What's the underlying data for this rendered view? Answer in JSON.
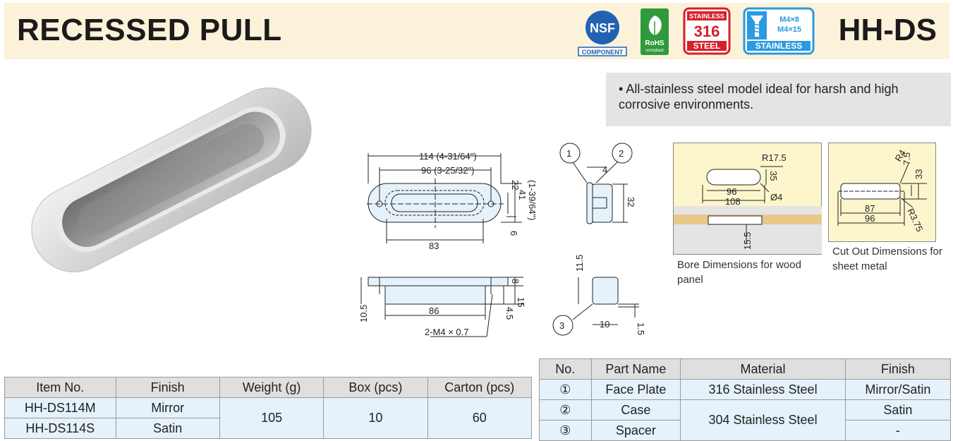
{
  "header": {
    "title": "RECESSED PULL",
    "model": "HH-DS",
    "badges": {
      "nsf": {
        "logo": "NSF",
        "label": "COMPONENT"
      },
      "rohs": {
        "line1": "RoHS",
        "line2": "compliant"
      },
      "steel316": {
        "top": "STAINLESS",
        "mid": "316",
        "bottom": "STEEL"
      },
      "stainless": {
        "screw1": "M4×8",
        "screw2": "M4×15",
        "label": "STAINLESS"
      }
    }
  },
  "feature": "• All-stainless steel model ideal for harsh and high corrosive environments.",
  "drawing": {
    "dims": {
      "overall_length": "114 (4-31/64\")",
      "hole_pitch": "96 (3-25/32\")",
      "opening": "83",
      "height22": "22",
      "height41": "41",
      "height41_in": "(1-39/64\")",
      "six": "6",
      "four": "4",
      "thirtytwo": "32",
      "ten5": "10.5",
      "eighty6": "86",
      "screw": "2-M4 × 0.7",
      "four5": "4.5",
      "eight": "8",
      "fifteen": "15",
      "eleven5": "11.5",
      "ten": "10",
      "one5": "1.5"
    },
    "callouts": [
      "1",
      "2",
      "3"
    ]
  },
  "bore": {
    "r": "R17.5",
    "h35": "35",
    "w96": "96",
    "w108": "108",
    "hole": "Ø4",
    "depth": "15.5",
    "caption": "Bore Dimensions for wood panel"
  },
  "cutout": {
    "r4": "R4",
    "h75": "7.5",
    "h33": "33",
    "w87": "87",
    "w96": "96",
    "r375": "R3.75",
    "caption": "Cut Out Dimensions for sheet metal"
  },
  "items_table": {
    "headers": [
      "Item No.",
      "Finish",
      "Weight (g)",
      "Box (pcs)",
      "Carton (pcs)"
    ],
    "rows": [
      {
        "item": "HH-DS114M",
        "finish": "Mirror"
      },
      {
        "item": "HH-DS114S",
        "finish": "Satin"
      }
    ],
    "weight": "105",
    "box": "10",
    "carton": "60"
  },
  "parts_table": {
    "headers": [
      "No.",
      "Part Name",
      "Material",
      "Finish"
    ],
    "rows": [
      {
        "no": "①",
        "name": "Face Plate",
        "material": "316 Stainless Steel",
        "finish": "Mirror/Satin"
      },
      {
        "no": "②",
        "name": "Case",
        "finish": "Satin"
      },
      {
        "no": "③",
        "name": "Spacer",
        "finish": "-"
      }
    ],
    "shared_material": "304 Stainless Steel"
  }
}
